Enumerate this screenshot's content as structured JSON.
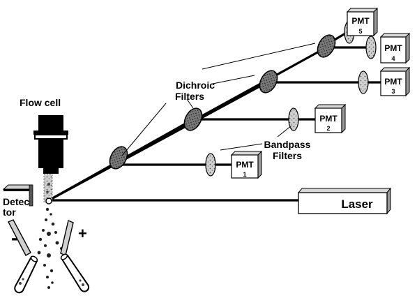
{
  "labels": {
    "flow_cell": "Flow cell",
    "dichroic_line1": "Dichroic",
    "dichroic_line2": "Filters",
    "bandpass_line1": "Bandpass",
    "bandpass_line2": "Filters",
    "detector_line1": "Detec",
    "detector_line2": "tor",
    "laser": "Laser",
    "minus": "-",
    "plus": "+"
  },
  "pmts": [
    {
      "label": "PMT",
      "number": "1"
    },
    {
      "label": "PMT",
      "number": "2"
    },
    {
      "label": "PMT",
      "number": "3"
    },
    {
      "label": "PMT",
      "number": "4"
    },
    {
      "label": "PMT",
      "number": "5"
    }
  ],
  "colors": {
    "ink": "#000000",
    "filter_fill": "#bdbdbd",
    "dichroic_fill": "#6e6e6e",
    "box_side": "#9a9a9a"
  }
}
